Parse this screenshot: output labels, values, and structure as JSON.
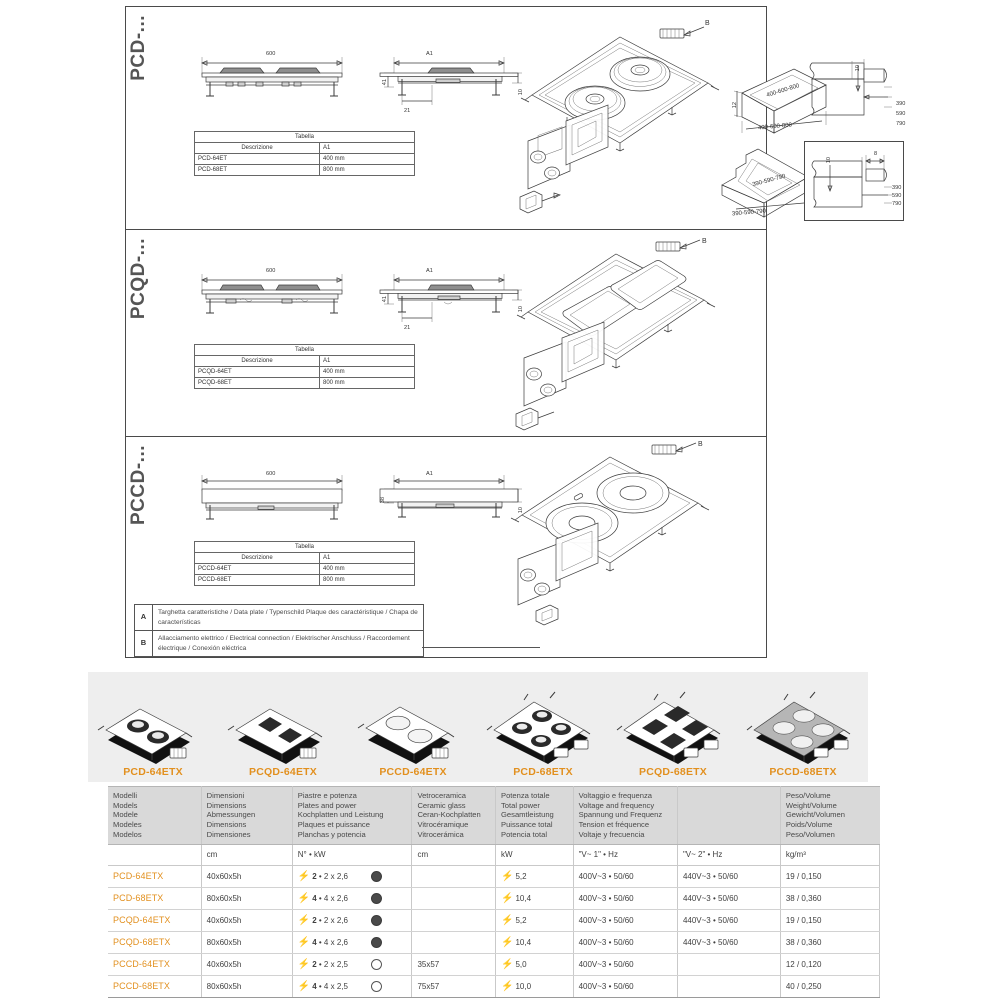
{
  "drawings": {
    "panels": [
      {
        "family": "PCD-...",
        "front_width": "600",
        "side_label": "A1",
        "height_dim": "41",
        "depth_dim": "21",
        "foot_dim": "10",
        "callout_b": "B",
        "cutout_top": "400-600-800",
        "cutout_front": "400-600-800",
        "cutout_depth": "12",
        "recess_top": "390-590-790",
        "recess_front": "390-590-790",
        "detail1_v": "10",
        "detail1_stack": [
          "390",
          "590",
          "790"
        ],
        "detail2_v": "10",
        "detail2_h": "8",
        "detail2_stack": [
          "390",
          "590",
          "790"
        ],
        "table": {
          "title": "Tabella",
          "head": [
            "Descrizione",
            "A1"
          ],
          "rows": [
            [
              "PCD-64ET",
              "400 mm"
            ],
            [
              "PCD-68ET",
              "800 mm"
            ]
          ]
        }
      },
      {
        "family": "PCQD-...",
        "front_width": "600",
        "side_label": "A1",
        "height_dim": "41",
        "depth_dim": "21",
        "foot_dim": "10",
        "callout_b": "B",
        "table": {
          "title": "Tabella",
          "head": [
            "Descrizione",
            "A1"
          ],
          "rows": [
            [
              "PCQD-64ET",
              "400 mm"
            ],
            [
              "PCQD-68ET",
              "800 mm"
            ]
          ]
        }
      },
      {
        "family": "PCCD-...",
        "front_width": "600",
        "side_label": "A1",
        "height_dim": "38",
        "foot_dim": "10",
        "callout_b": "B",
        "table": {
          "title": "Tabella",
          "head": [
            "Descrizione",
            "A1"
          ],
          "rows": [
            [
              "PCCD-64ET",
              "400 mm"
            ],
            [
              "PCCD-68ET",
              "800 mm"
            ]
          ]
        }
      }
    ],
    "legend": [
      {
        "key": "A",
        "text": "Targhetta caratteristiche / Data plate / Typenschild Plaque des caractéristique / Chapa de características"
      },
      {
        "key": "B",
        "text": "Allacciamento elettrico / Electrical connection / Elektrischer Anschluss / Raccordement électrique / Conexión eléctrica"
      }
    ]
  },
  "product_strip": {
    "items": [
      {
        "name": "PCD-64ETX",
        "style": "round2-small"
      },
      {
        "name": "PCQD-64ETX",
        "style": "square2-small"
      },
      {
        "name": "PCCD-64ETX",
        "style": "ceramic-small"
      },
      {
        "name": "PCD-68ETX",
        "style": "round4-large"
      },
      {
        "name": "PCQD-68ETX",
        "style": "square4-large"
      },
      {
        "name": "PCCD-68ETX",
        "style": "ceramic-large"
      }
    ]
  },
  "spec_table": {
    "headers": [
      {
        "lines": [
          "Modelli",
          "Models",
          "Modele",
          "Modeles",
          "Modelos"
        ]
      },
      {
        "lines": [
          "Dimensioni",
          "Dimensions",
          "Abmessungen",
          "Dimensions",
          "Dimensiones"
        ]
      },
      {
        "lines": [
          "Piastre e potenza",
          "Plates and power",
          "Kochplatten und Leistung",
          "Plaques et puissance",
          "Planchas y potencia"
        ]
      },
      {
        "lines": [
          "Vetroceramica",
          "Ceramic glass",
          "Ceran-Kochplatten",
          "Vitrocéramique",
          "Vitrocerámica"
        ]
      },
      {
        "lines": [
          "Potenza totale",
          "Total power",
          "Gesamtleistung",
          "Puissance total",
          "Potencia total"
        ]
      },
      {
        "lines": [
          "Voltaggio e frequenza",
          "Voltage and frequency",
          "Spannung und Frequenz",
          "Tension et fréquence",
          "Voltaje y frecuencia"
        ]
      },
      {
        "lines": []
      },
      {
        "lines": [
          "Peso/Volume",
          "Weight/Volume",
          "Gewicht/Volumen",
          "Poids/Volume",
          "Peso/Volumen"
        ]
      }
    ],
    "units": [
      "",
      "cm",
      "N° • kW",
      "cm",
      "kW",
      "\"V~ 1\" • Hz",
      "\"V~ 2\" • Hz",
      "kg/m³"
    ],
    "rows": [
      {
        "model": "PCD-64ETX",
        "dimensions": "40x60x5h",
        "plates_count": "2",
        "plates_detail": "• 2 x 2,6",
        "plate_type": "solid",
        "ceramic": "",
        "power": "5,2",
        "voltage1": "400V~3 • 50/60",
        "voltage2": "440V~3 • 50/60",
        "weight": "19 / 0,150"
      },
      {
        "model": "PCD-68ETX",
        "dimensions": "80x60x5h",
        "plates_count": "4",
        "plates_detail": "• 4 x 2,6",
        "plate_type": "solid",
        "ceramic": "",
        "power": "10,4",
        "voltage1": "400V~3 • 50/60",
        "voltage2": "440V~3 • 50/60",
        "weight": "38 / 0,360"
      },
      {
        "model": "PCQD-64ETX",
        "dimensions": "40x60x5h",
        "plates_count": "2",
        "plates_detail": "• 2 x 2,6",
        "plate_type": "solid",
        "ceramic": "",
        "power": "5,2",
        "voltage1": "400V~3 • 50/60",
        "voltage2": "440V~3 • 50/60",
        "weight": "19 / 0,150"
      },
      {
        "model": "PCQD-68ETX",
        "dimensions": "80x60x5h",
        "plates_count": "4",
        "plates_detail": "• 4 x 2,6",
        "plate_type": "solid",
        "ceramic": "",
        "power": "10,4",
        "voltage1": "400V~3 • 50/60",
        "voltage2": "440V~3 • 50/60",
        "weight": "38 / 0,360"
      },
      {
        "model": "PCCD-64ETX",
        "dimensions": "40x60x5h",
        "plates_count": "2",
        "plates_detail": "• 2 x 2,5",
        "plate_type": "open",
        "ceramic": "35x57",
        "power": "5,0",
        "voltage1": "400V~3 • 50/60",
        "voltage2": "",
        "weight": "12 / 0,120"
      },
      {
        "model": "PCCD-68ETX",
        "dimensions": "80x60x5h",
        "plates_count": "4",
        "plates_detail": "• 4 x 2,5",
        "plate_type": "open",
        "ceramic": "75x57",
        "power": "10,0",
        "voltage1": "400V~3 • 50/60",
        "voltage2": "",
        "weight": "40 / 0,250"
      }
    ]
  },
  "colors": {
    "model_orange": "#e2901f",
    "bolt_red": "#d92b1f",
    "header_gray": "#d9d9d9",
    "strip_gray": "#eeeeee",
    "line": "#3b3b3b"
  }
}
